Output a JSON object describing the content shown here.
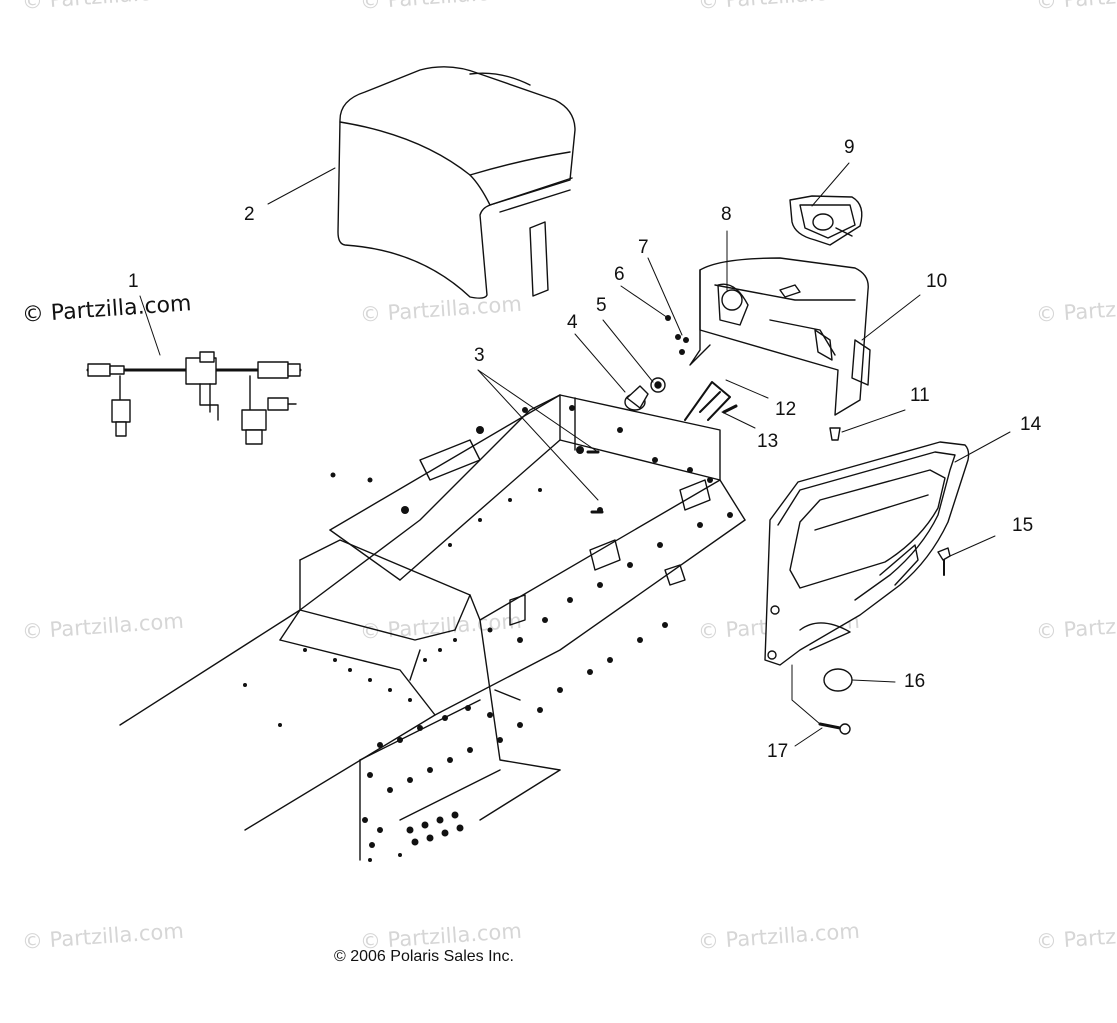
{
  "watermark": {
    "text": "© Partzilla.com"
  },
  "footer": {
    "copyright": "© 2006 Polaris Sales Inc."
  },
  "callouts": [
    "1",
    "2",
    "3",
    "4",
    "5",
    "6",
    "7",
    "8",
    "9",
    "10",
    "11",
    "12",
    "13",
    "14",
    "15",
    "16",
    "17"
  ]
}
